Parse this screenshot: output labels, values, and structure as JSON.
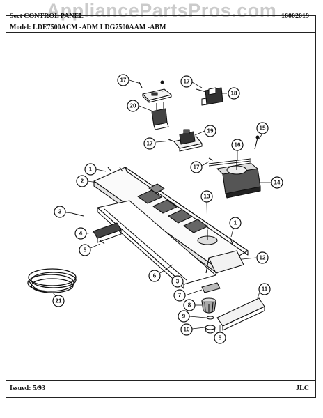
{
  "watermark": "AppliancePartsPros.com",
  "header": {
    "section_label": "Sect",
    "section_title": "CONTROL PANEL",
    "doc_number": "16002019",
    "model_label": "Model:",
    "models": "LDE7500ACM -ADM   LDG7500AAM -ABM"
  },
  "footer": {
    "issued_label": "Issued:",
    "issued_date": "5/93",
    "initials": "JLC"
  },
  "callouts": [
    "17",
    "17",
    "18",
    "20",
    "19",
    "17",
    "15",
    "16",
    "17",
    "14",
    "1",
    "2",
    "3",
    "13",
    "1",
    "4",
    "5",
    "12",
    "6",
    "3",
    "7",
    "11",
    "8",
    "9",
    "10",
    "5",
    "21"
  ]
}
